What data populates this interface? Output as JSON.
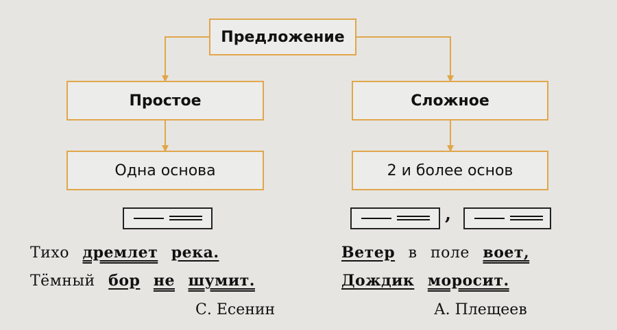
{
  "diagram": {
    "root": "Предложение",
    "simple": {
      "title": "Простое",
      "desc": "Одна основа"
    },
    "complex": {
      "title": "Сложное",
      "desc": "2 и более основ"
    },
    "scheme_comma": ","
  },
  "poem_left": {
    "line1": [
      "Тихо",
      "дремлет",
      "река."
    ],
    "line2": [
      "Тёмный",
      "бор",
      "не",
      "шумит."
    ],
    "author": "С. Есенин"
  },
  "poem_right": {
    "line1": [
      "Ветер",
      "в",
      "поле",
      "воет,"
    ],
    "line2": [
      "Дождик",
      "моросит."
    ],
    "author": "А. Плещеев"
  },
  "colors": {
    "box_border": "#e1a64a",
    "arrow": "#e1a64a"
  }
}
